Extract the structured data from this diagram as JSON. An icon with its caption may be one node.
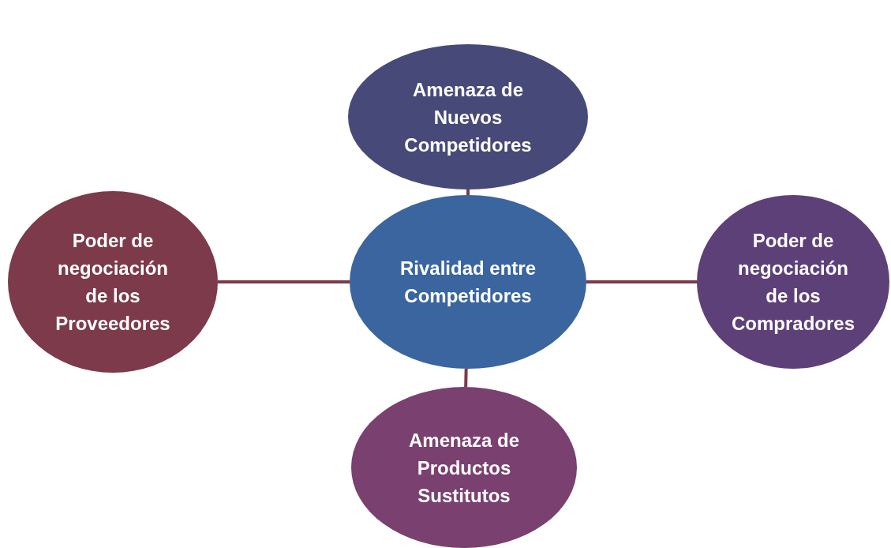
{
  "diagram": {
    "nodes": [
      {
        "text": [
          "Amenaza de Nuevos Competidores"
        ]
      },
      {
        "text": [
          "Poder de negociación de los Proveedores"
        ]
      },
      {
        "text": [
          "Rivalidad entre Competidores"
        ]
      },
      {
        "text": [
          "Poder de negociación de los Compradores"
        ]
      },
      {
        "text": [
          "Amenaza de Productos Sustitutos"
        ]
      }
    ],
    "edges": [
      {
        "from": 2,
        "to": 0,
        "arrow": "none"
      },
      {
        "from": 1,
        "to": 2,
        "arrow": "none"
      },
      {
        "from": 2,
        "to": 3,
        "arrow": "none"
      },
      {
        "from": 2,
        "to": 4,
        "arrow": "none"
      }
    ]
  }
}
